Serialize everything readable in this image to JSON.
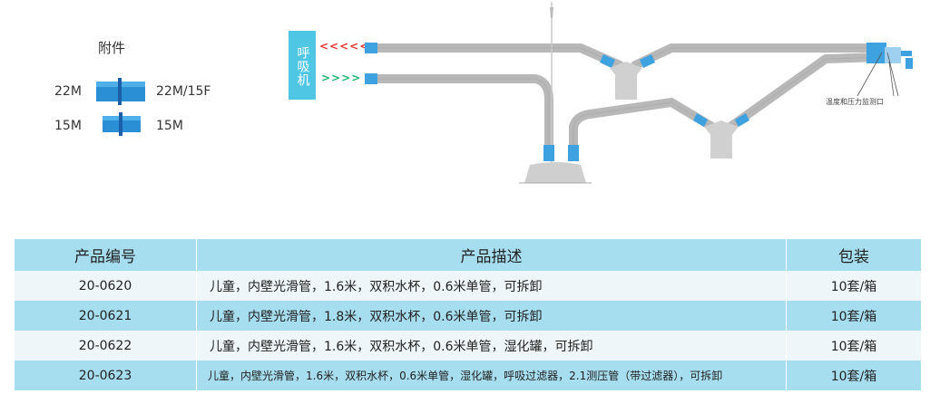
{
  "accessories": {
    "title": "附件",
    "items": [
      {
        "left": "22M",
        "right": "22M/15F"
      },
      {
        "left": "15M",
        "right": "15M"
      }
    ]
  },
  "diagram": {
    "ventilator_label": "呼吸机",
    "exhale_arrows": "<<<<<",
    "inhale_arrows": ">>>>",
    "probe_label": "温度和压力监测口",
    "colors": {
      "tube_cuff": "#3fa2e0",
      "vent_box": "#4ec6e4",
      "exhale": "#e53935",
      "inhale": "#22b573"
    }
  },
  "table": {
    "headers": [
      "产品编号",
      "产品描述",
      "包装"
    ],
    "rows": [
      {
        "code": "20-0620",
        "desc": "儿童，内壁光滑管，1.6米，双积水杯，0.6米单管，可拆卸",
        "pack": "10套/箱"
      },
      {
        "code": "20-0621",
        "desc": "儿童，内壁光滑管，1.8米，双积水杯，0.6米单管，可拆卸",
        "pack": "10套/箱"
      },
      {
        "code": "20-0622",
        "desc": "儿童，内壁光滑管，1.6米，双积水杯，0.6米单管，湿化罐，可拆卸",
        "pack": "10套/箱"
      },
      {
        "code": "20-0623",
        "desc": "儿童，内壁光滑管，1.6米，双积水杯，0.6米单管，湿化罐，呼吸过滤器，2.1测压管（带过滤器），可拆卸",
        "pack": "10套/箱"
      }
    ]
  }
}
